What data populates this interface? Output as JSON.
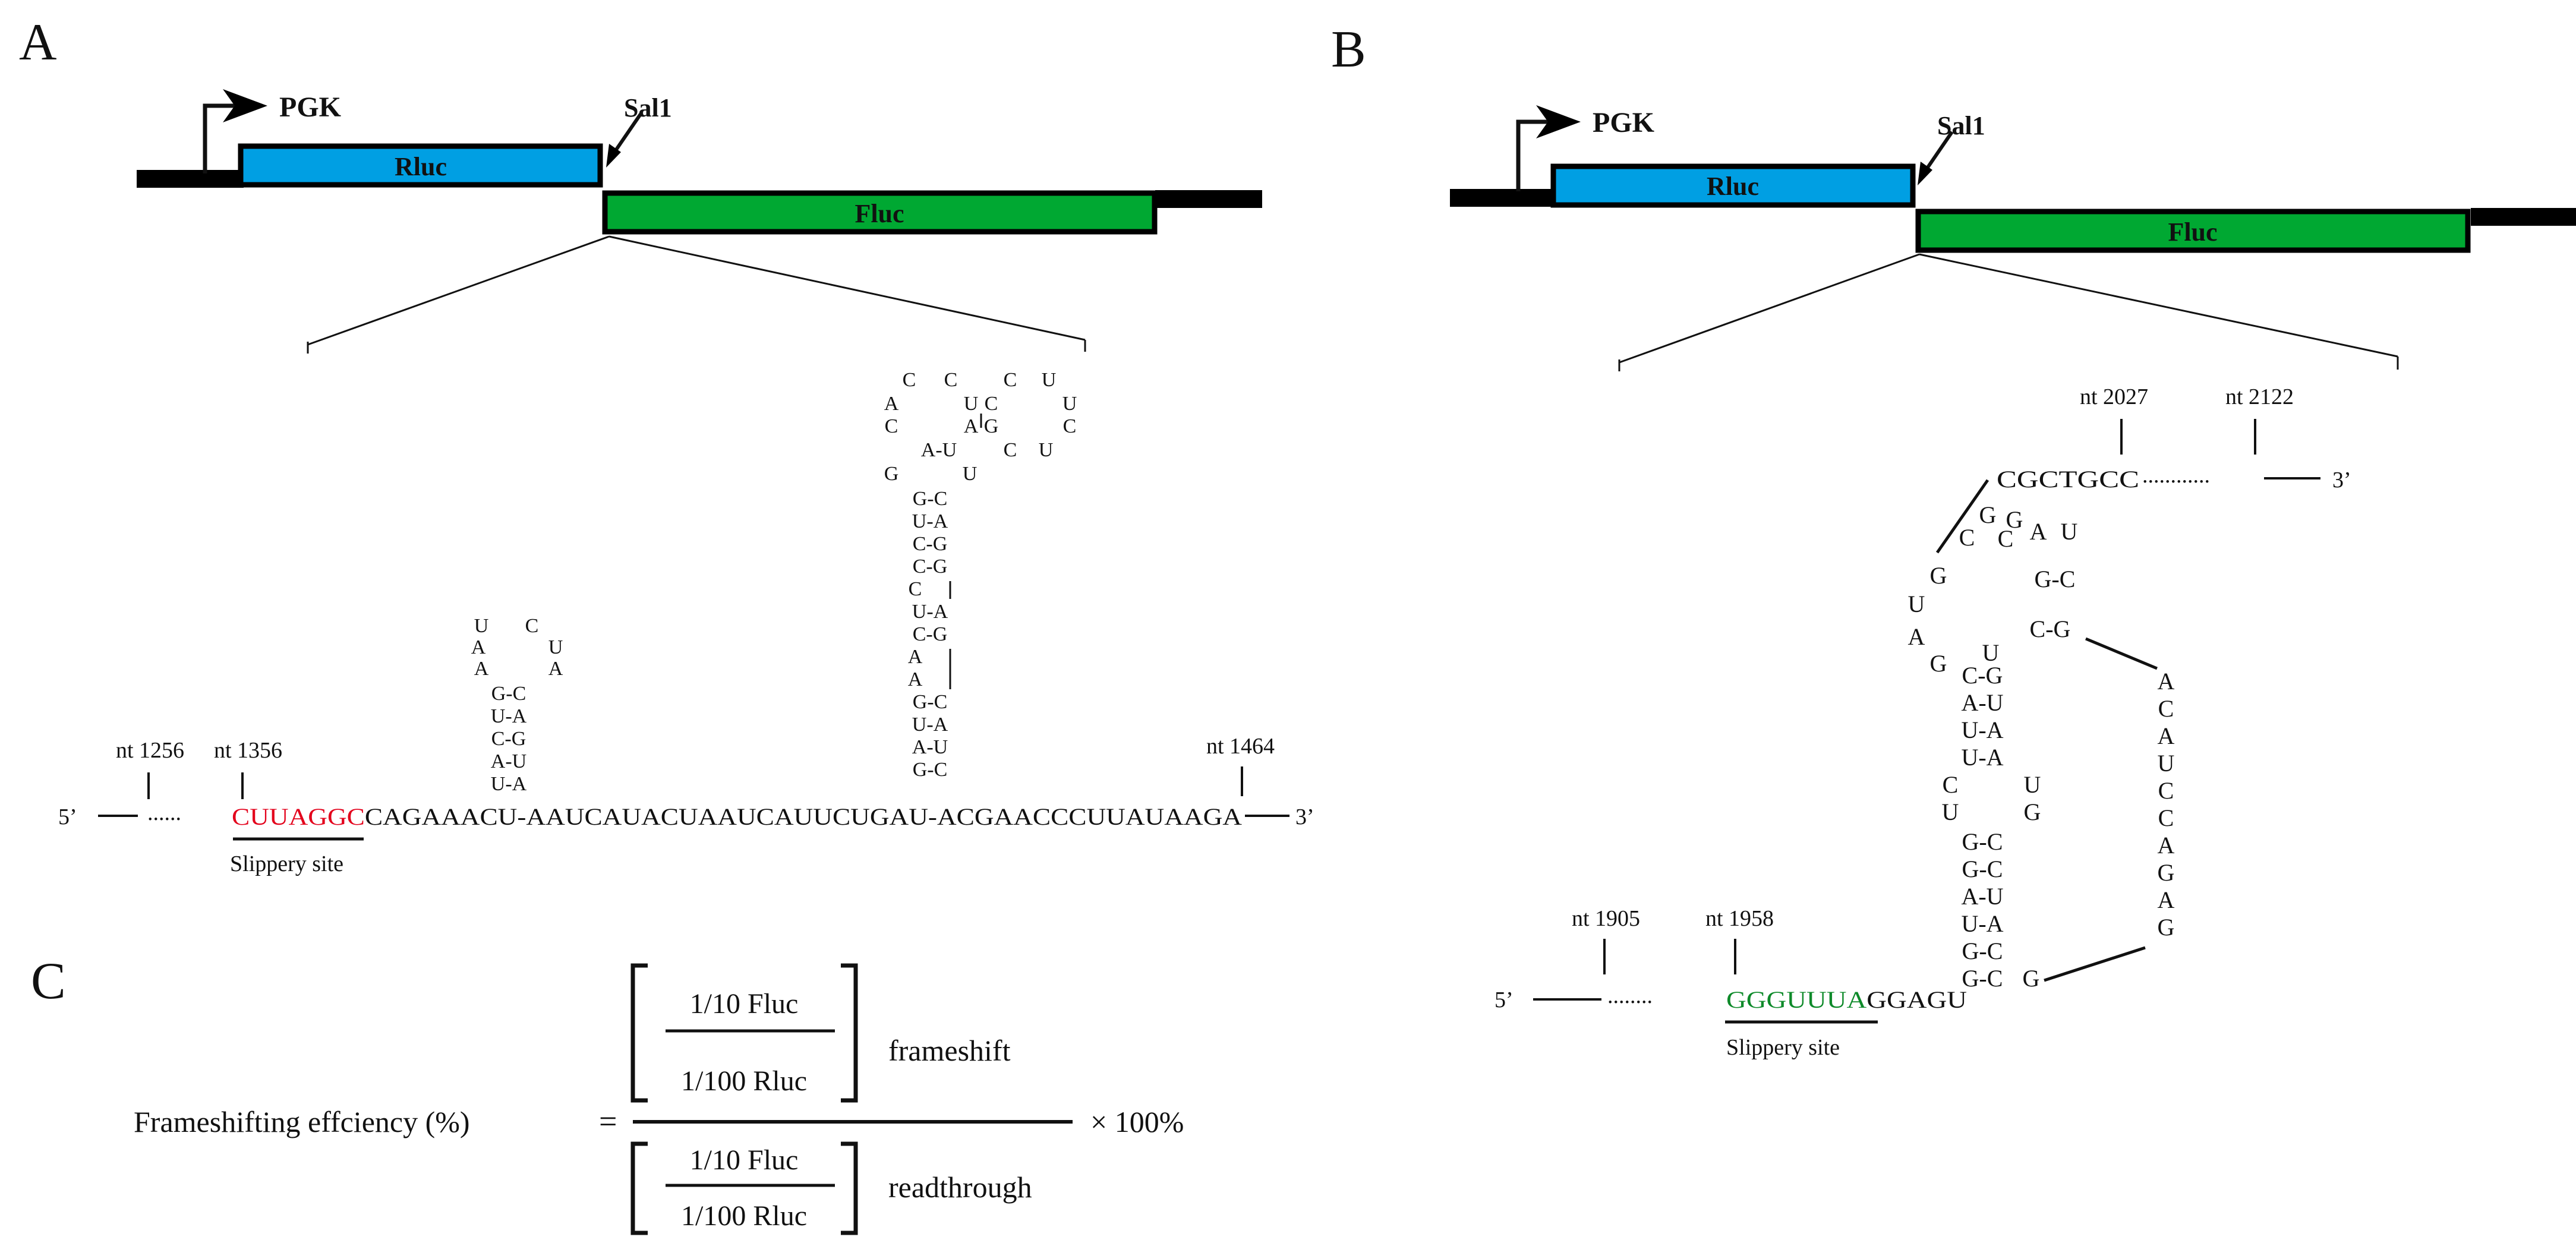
{
  "panels": {
    "a": "A",
    "b": "B",
    "c": "C"
  },
  "constructs": {
    "promoter": "PGK",
    "site": "Sal1",
    "rluc": "Rluc",
    "fluc": "Fluc"
  },
  "colors": {
    "rluc": "#009FE3",
    "fluc": "#00A832",
    "slippery_a": "#E3001B",
    "slippery_b": "#0E8A2A"
  },
  "panel_a": {
    "five_prime": "5’",
    "three_prime": "3’",
    "nt_1256": "nt 1256",
    "nt_1356": "nt 1356",
    "nt_1464": "nt 1464",
    "seq_dots": "......",
    "slippery_seq": "CUUAGGC",
    "main_seq": "CAGAAACU-AAUCAUACUAAUCAUUCUGAU-ACGAACCCUUAUAAGA",
    "slippery_label": "Slippery site"
  },
  "panel_b": {
    "five_prime": "5’",
    "three_prime": "3’",
    "nt_1905": "nt 1905",
    "nt_1958": "nt 1958",
    "nt_2027": "nt 2027",
    "nt_2122": "nt 2122",
    "seq_dots": "........",
    "top_dots": "............",
    "slippery_seq": "GGGUUUA",
    "main_seq": "GGAGU",
    "top_seq": "CGCTGCC",
    "slippery_label": "Slippery site"
  },
  "formula": {
    "lhs": "Frameshifting effciency (%)",
    "equals": "=",
    "num_top": "1/10 Fluc",
    "num_bottom": "1/100 Rluc",
    "num_tag": "frameshift",
    "den_top": "1/10 Fluc",
    "den_bottom": "1/100 Rluc",
    "den_tag": "readthrough",
    "times": "× 100%"
  }
}
